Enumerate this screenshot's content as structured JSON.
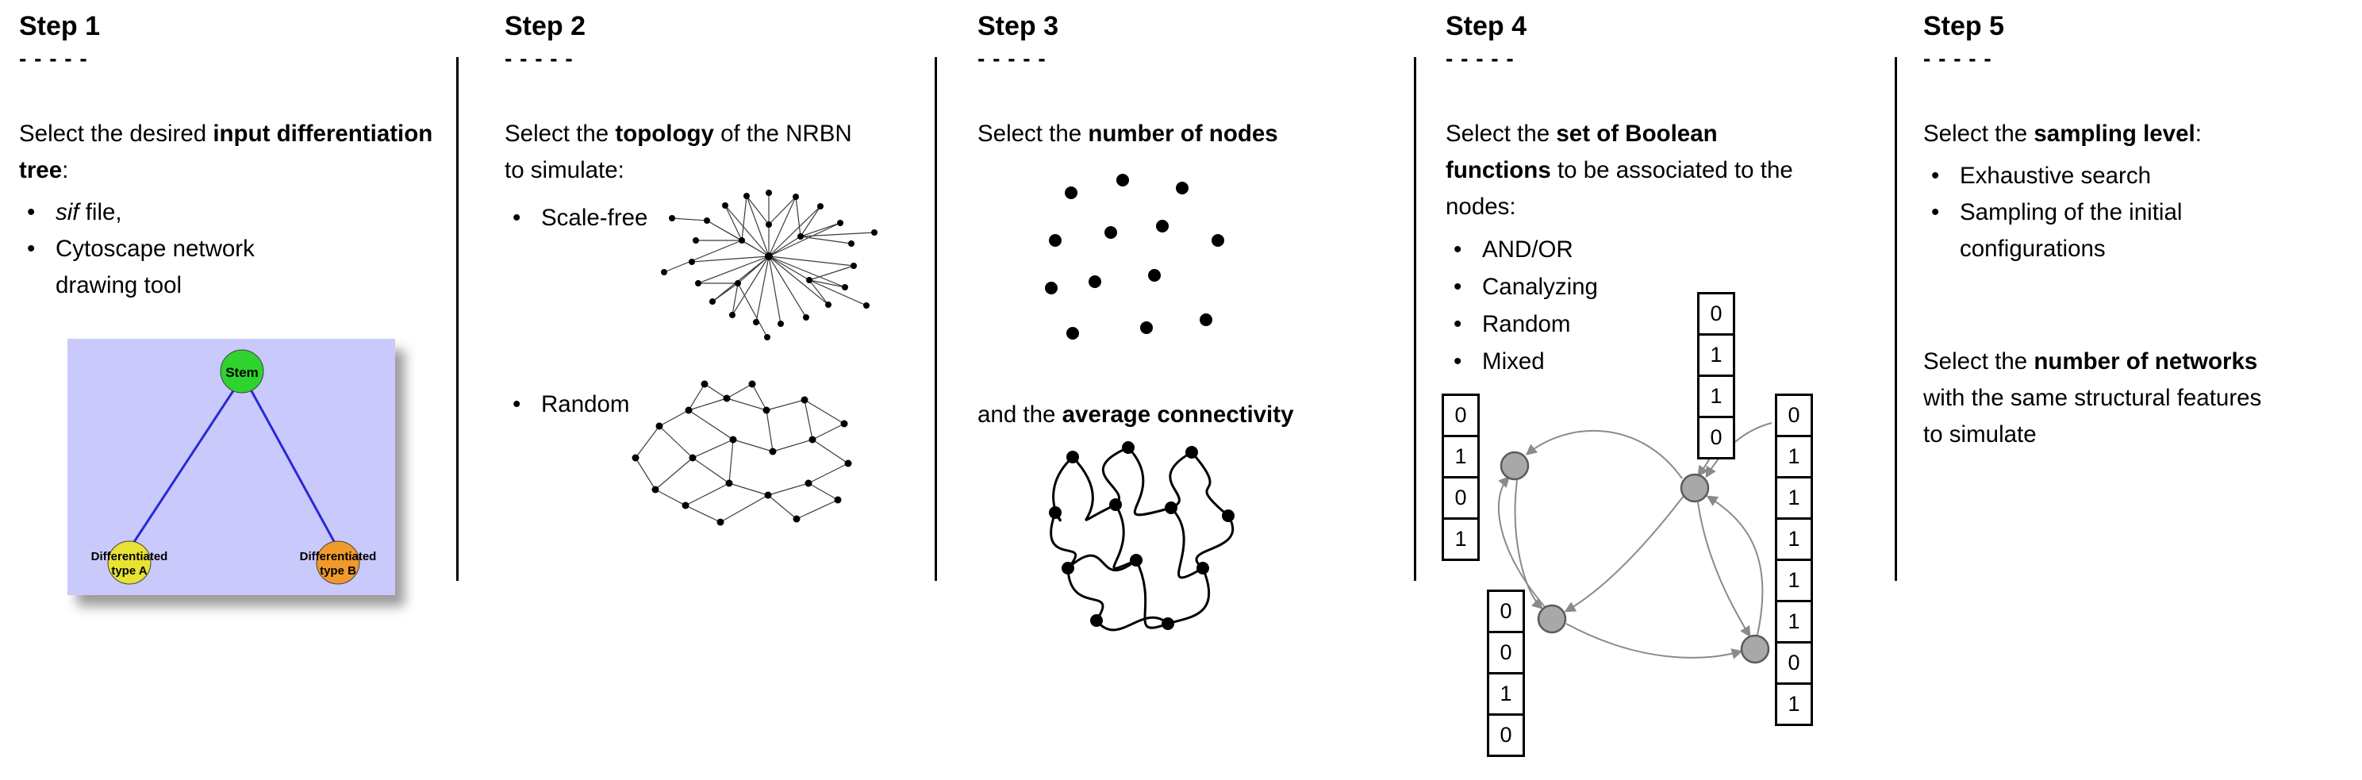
{
  "s1": {
    "title": "Step 1",
    "dashes": "- - - - -",
    "intro_pre": "Select the desired ",
    "intro_bold": "input differentiation tree",
    "intro_post": ":",
    "b1_italic": "sif",
    "b1_rest": " file,",
    "b2": "Cytoscape network drawing tool",
    "tree": {
      "root_label": "Stem",
      "left_label_1": "Differentiated",
      "left_label_2": "type A",
      "right_label_1": "Differentiated",
      "right_label_2": "type B",
      "bg_color": "#c9c9fb",
      "root_color": "#2ed32e",
      "left_color": "#e8e332",
      "right_color": "#f19a2c",
      "edge_color": "#2929d6"
    }
  },
  "s2": {
    "title": "Step 2",
    "dashes": "- - - - -",
    "intro_pre": "Select the ",
    "intro_bold": "topology",
    "intro_post": " of the NRBN to simulate:",
    "b1": "Scale-free",
    "b2": "Random"
  },
  "s3": {
    "title": "Step 3",
    "dashes": "- - - - -",
    "line1_pre": "Select the ",
    "line1_bold": "number of nodes",
    "line2_pre": "and the ",
    "line2_bold": "average connectivity"
  },
  "s4": {
    "title": "Step 4",
    "dashes": "- - - - -",
    "intro_pre": "Select the ",
    "intro_bold": "set of Boolean functions",
    "intro_post": " to be associated to the nodes:",
    "bullets": [
      "AND/OR",
      "Canalyzing",
      "Random",
      "Mixed"
    ],
    "node_color": "#a8a8a8",
    "tables": {
      "left": [
        "0",
        "1",
        "0",
        "1"
      ],
      "top": [
        "0",
        "1",
        "1",
        "0"
      ],
      "bottom_left": [
        "0",
        "0",
        "1",
        "0"
      ],
      "right": [
        "0",
        "1",
        "1",
        "1",
        "1",
        "1",
        "0",
        "1"
      ]
    }
  },
  "s5": {
    "title": "Step 5",
    "dashes": "- - - - -",
    "line1_pre": "Select the ",
    "line1_bold": "sampling level",
    "line1_post": ":",
    "b1": "Exhaustive search",
    "b2": "Sampling of the initial configurations",
    "p2_pre": "Select the ",
    "p2_bold": "number of networks",
    "p2_post": " with the same structural features to simulate"
  }
}
